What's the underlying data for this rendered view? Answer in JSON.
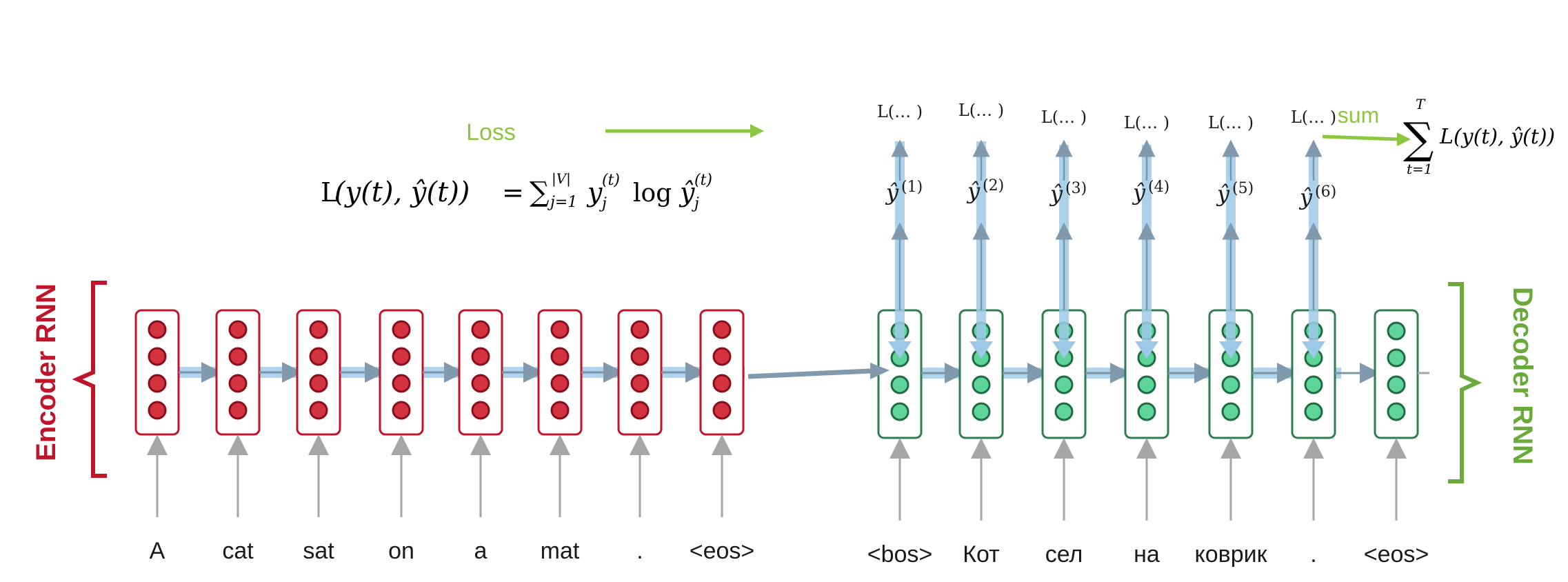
{
  "encoder_label": "Encoder RNN",
  "decoder_label": "Decoder RNN",
  "encoder_tokens": [
    "A",
    "cat",
    "sat",
    "on",
    "a",
    "mat",
    ".",
    "<eos>"
  ],
  "decoder_tokens": [
    "<bos>",
    "Кот",
    "сел",
    "на",
    "коврик",
    ".",
    "<eos>"
  ],
  "loss_label": "Loss",
  "loss_formula": {
    "head": "L",
    "args": "(y(t), ŷ(t))",
    "equals": "=",
    "sum_symbol": "∑",
    "sum_lower": "j=1",
    "sum_upper": "|V|",
    "term": "y",
    "term_sub": "j",
    "term_sup": "(t)",
    "log": "log",
    "hat_term": "ŷ",
    "hat_sub": "j",
    "hat_sup": "(t)"
  },
  "step_losses": [
    "L(… )",
    "L(… )",
    "L(… )",
    "L(… )",
    "L(… )",
    "L(… )"
  ],
  "predictions": [
    {
      "sym": "ŷ",
      "sup": "(1)"
    },
    {
      "sym": "ŷ",
      "sup": "(2)"
    },
    {
      "sym": "ŷ",
      "sup": "(3)"
    },
    {
      "sym": "ŷ",
      "sup": "(4)"
    },
    {
      "sym": "ŷ",
      "sup": "(5)"
    },
    {
      "sym": "ŷ",
      "sup": "(6)"
    }
  ],
  "sum_label": "sum",
  "total_formula": {
    "sum_symbol": "∑",
    "upper": "T",
    "lower": "t=1",
    "body": "L(y(t), ŷ(t))"
  },
  "colors": {
    "encoder": "#c0142a",
    "encoder_fill": "#d3333f",
    "decoder": "#2e7d4f",
    "decoder_fill": "#5fd49a",
    "green_accent": "#8cc63f",
    "blue_flow": "#9cc9e8",
    "arrow_gray": "#a6a6a6",
    "arrow_dark": "#7f93a3"
  }
}
